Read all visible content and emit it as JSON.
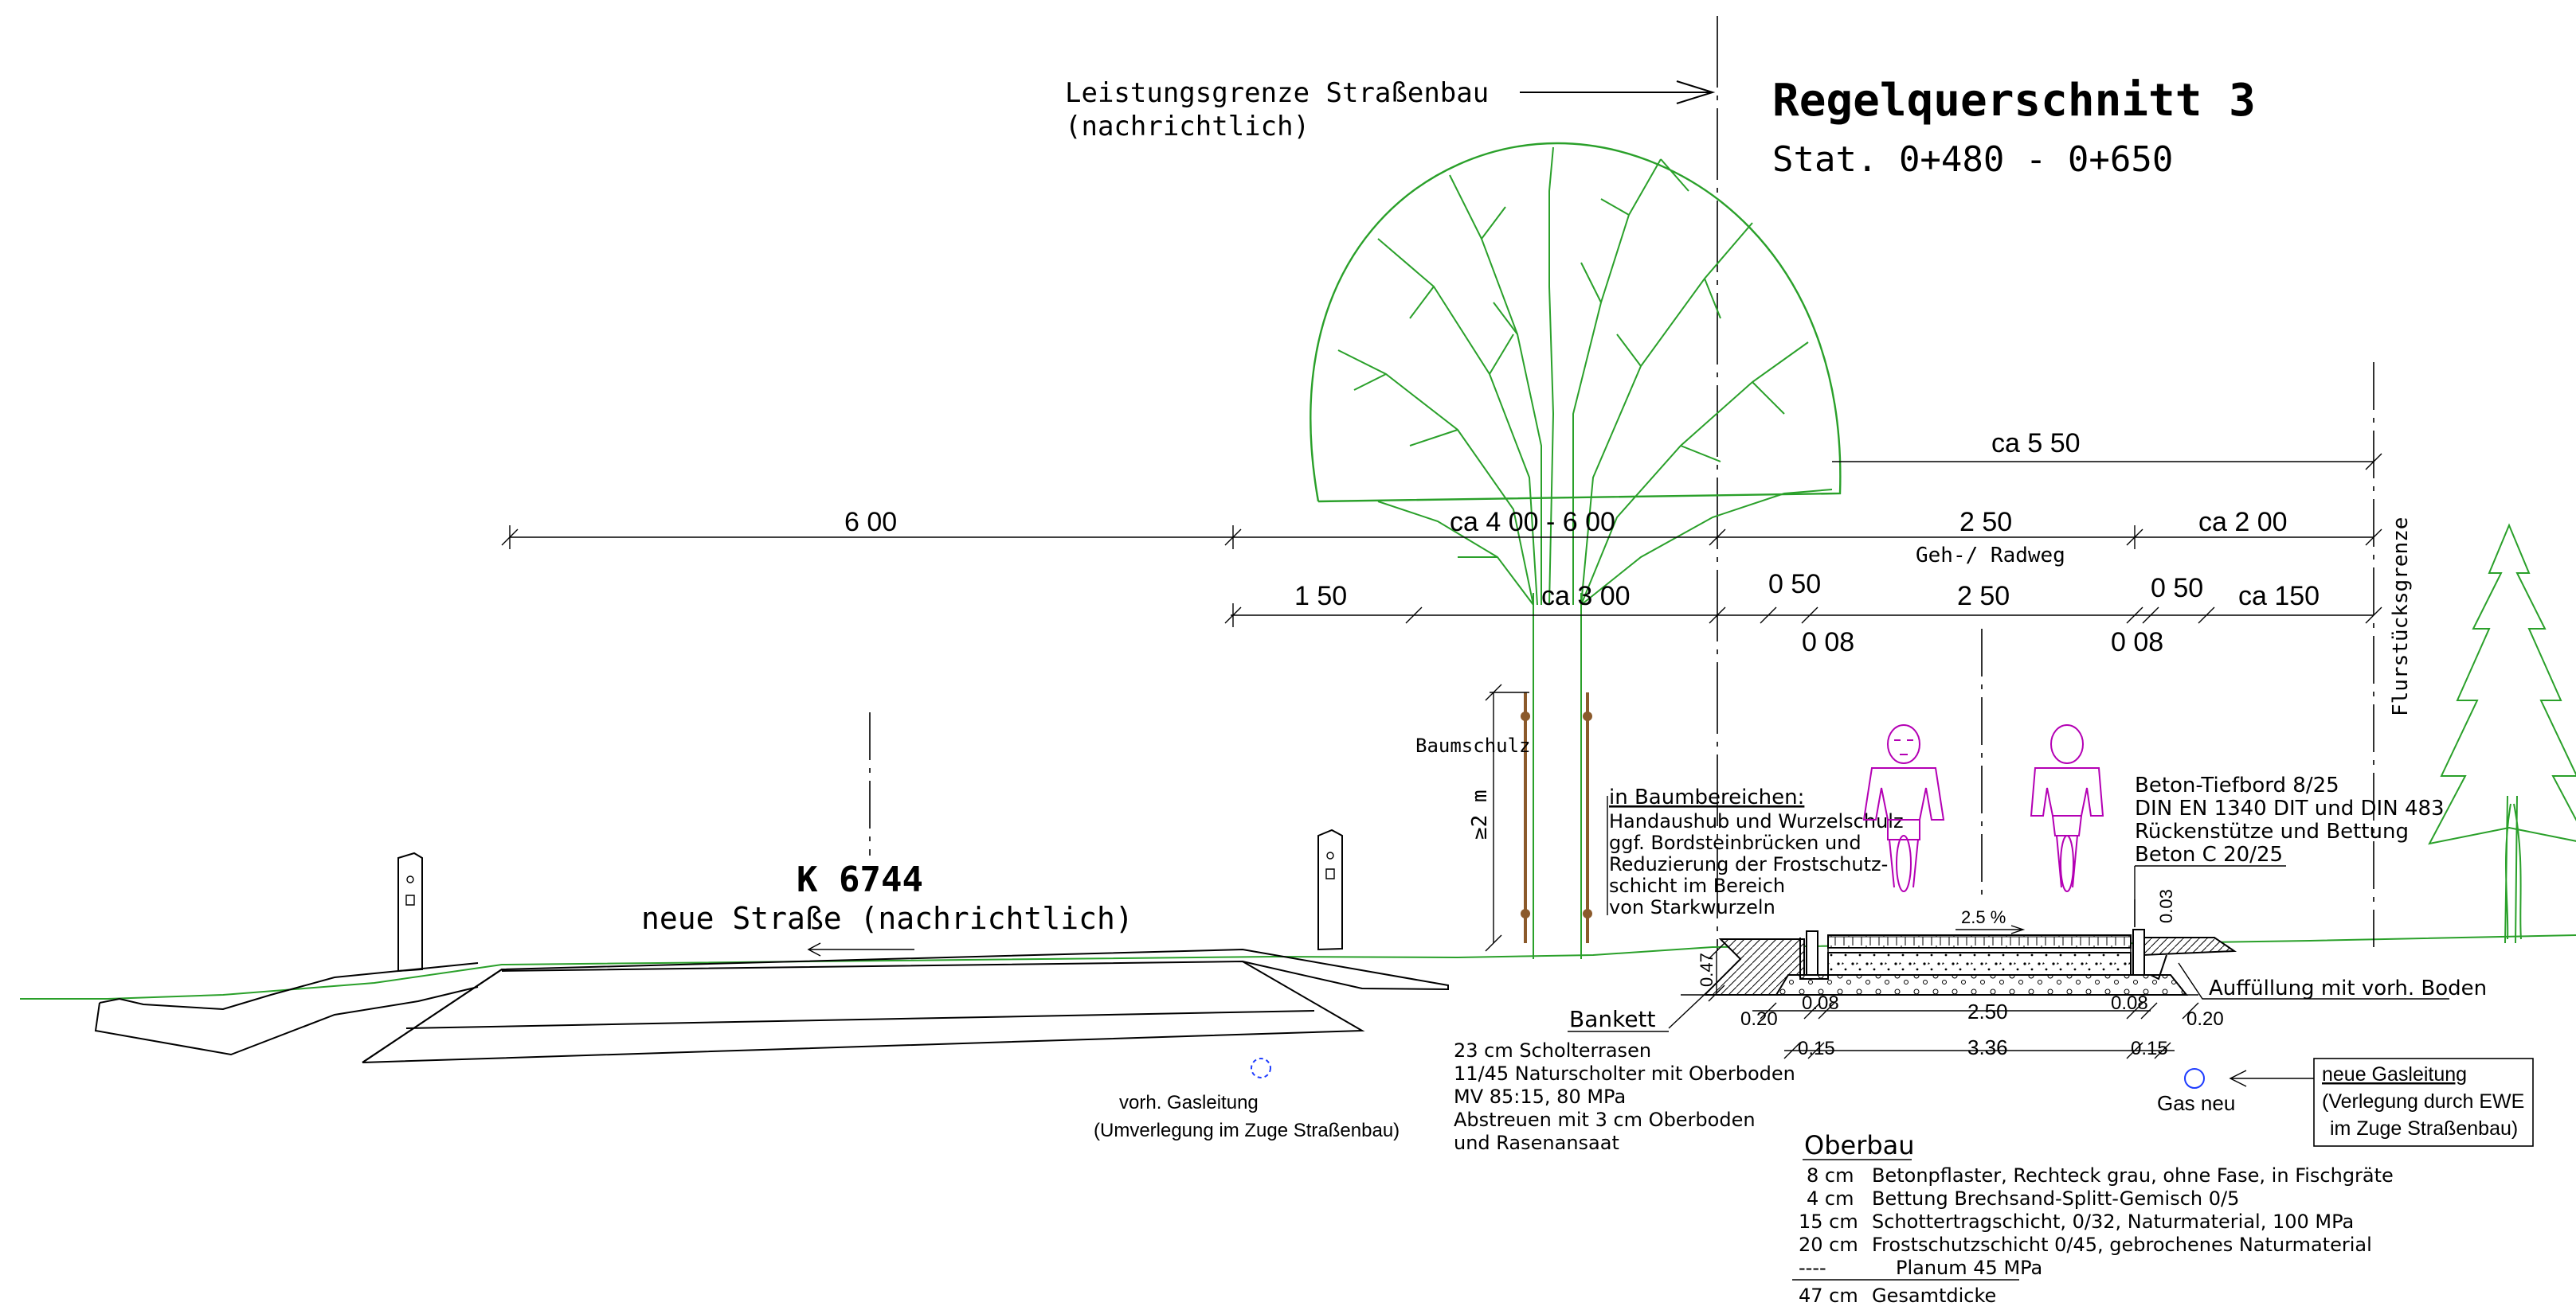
{
  "title": {
    "main": "Regelquerschnitt 3",
    "station": "Stat. 0+480 - 0+650"
  },
  "labels": {
    "leistungsgrenze_1": "Leistungsgrenze Straßenbau",
    "leistungsgrenze_2": "(nachrichtlich)",
    "road_name": "K 6744",
    "road_sub": "neue Straße (nachrichtlich)",
    "gas_old_1": "vorh. Gasleitung",
    "gas_old_2": "(Umverlegung im Zuge Straßenbau)",
    "gas_new": "Gas neu",
    "gas_new_box_1": "neue Gasleitung",
    "gas_new_box_2": "(Verlegung durch EWE",
    "gas_new_box_3": "im Zuge Straßenbau)",
    "baumschutz": "Baumschulz",
    "tree_height": "≥2 m",
    "flurstueck": "Flurstücksgrenze",
    "geh_radweg": "Geh-/ Radweg",
    "slope": "2.5 %",
    "auffuellung": "Auffüllung mit vorh. Boden"
  },
  "dimensions": {
    "row1": [
      "6 00",
      "ca  4 00 - 6 00",
      "2 50",
      "ca  2 00"
    ],
    "row_top": "ca  5 50",
    "row2": [
      "1 50",
      "ca 3 00",
      "0 50",
      "2 50",
      "0 50",
      "ca 150"
    ],
    "row3": [
      "0 08",
      "0 08"
    ],
    "section": [
      "0.47",
      "0.08",
      "2.50",
      "0.08",
      "0.20",
      "0.15",
      "3.36",
      "0.15",
      "0.20",
      "0.03"
    ]
  },
  "baumbereich": {
    "heading": "in Baumbereichen:",
    "lines": [
      "Handaushub und Wurzelschulz",
      "ggf. Bordsteinbrücken und",
      "Reduzierung der Frostschutz-",
      "schicht im Bereich",
      "von Starkwurzeln"
    ]
  },
  "tiefbord": {
    "lines": [
      "Beton-Tiefbord 8/25",
      "DIN EN 1340 DIT und DIN 483",
      "Rückenstütze und Bettung",
      "Beton C 20/25"
    ]
  },
  "bankett": {
    "heading": "Bankett",
    "lines": [
      "23 cm  Scholterrasen",
      "11/45 Naturscholter mit Oberboden",
      "MV 85:15, 80 MPa",
      "Abstreuen mit 3 cm Oberboden",
      "und Rasenansaat"
    ]
  },
  "oberbau": {
    "heading": "Oberbau",
    "layers": [
      {
        "thickness": "8 cm",
        "text": "Betonpflaster, Rechteck grau, ohne Fase, in Fischgräte"
      },
      {
        "thickness": "4 cm",
        "text": "Bettung Brechsand-Splitt-Gemisch 0/5"
      },
      {
        "thickness": "15 cm",
        "text": "Schottertragschicht, 0/32, Naturmaterial, 100 MPa"
      },
      {
        "thickness": "20 cm",
        "text": "Frostschutzschicht 0/45, gebrochenes Naturmaterial"
      },
      {
        "thickness": "----",
        "text": "Planum 45 MPa"
      }
    ],
    "total_thickness": "47 cm",
    "total_text": "Gesamtdicke"
  },
  "colors": {
    "linework": "#000000",
    "vegetation": "#2aa02a",
    "cyclists": "#b400b4",
    "gas_pipe": "#1e3cff",
    "tree_protection": "#8b5a2b"
  }
}
